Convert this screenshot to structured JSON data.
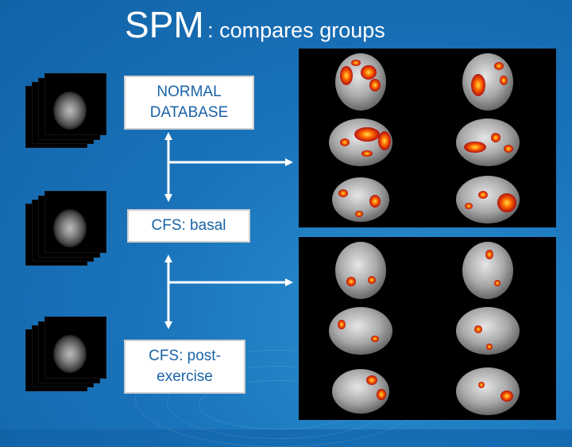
{
  "title": {
    "main": "SPM",
    "sub": ": compares groups"
  },
  "boxes": {
    "normal": "NORMAL DATABASE",
    "basal": "CFS: basal",
    "post": "CFS: post-exercise"
  },
  "colors": {
    "background": "#1a74bb",
    "box_text": "#1a62a8",
    "arrow": "#ffffff",
    "activation": "#ff5a00"
  }
}
